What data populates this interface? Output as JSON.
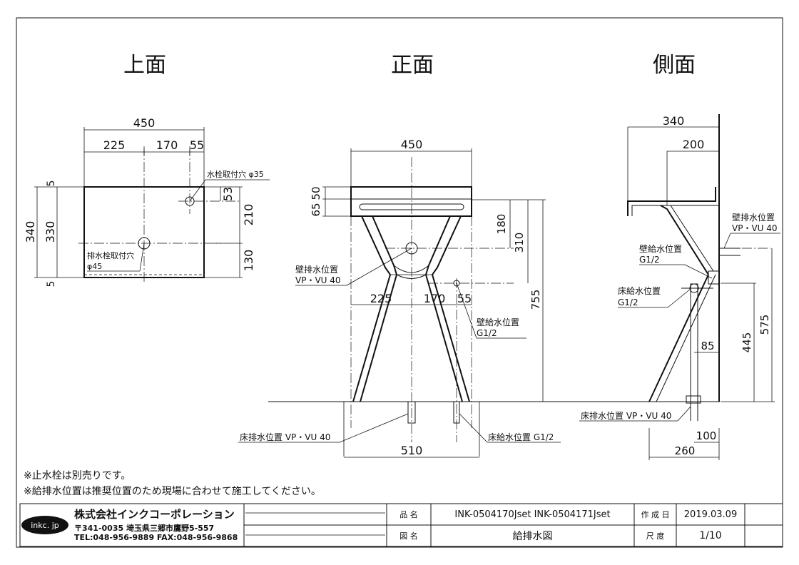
{
  "views": {
    "top": "上面",
    "front": "正面",
    "side": "側面"
  },
  "top_dims": {
    "overall_width": "450",
    "seg1": "225",
    "seg2": "170",
    "seg3": "55",
    "overall_depth": "340",
    "inner_depth": "330",
    "rim_top": "5",
    "rim_bottom": "5",
    "hole_offset": "53",
    "upper": "210",
    "lower": "130",
    "faucet_hole_label": "水栓取付穴 φ35",
    "drain_hole_label": "排水栓取付穴",
    "drain_hole_dia": "φ45"
  },
  "front_dims": {
    "width": "450",
    "top_thk": "50",
    "band": "65",
    "d180": "180",
    "d310": "310",
    "d755": "755",
    "seg1": "225",
    "seg2": "170",
    "seg3": "55",
    "base": "510",
    "wall_drain_label": "壁排水位置",
    "wall_drain_spec": "VP・VU 40",
    "wall_supply_label": "壁給水位置",
    "wall_supply_spec": "G1/2",
    "floor_drain_label": "床排水位置 VP・VU 40",
    "floor_supply_label": "床給水位置 G1/2"
  },
  "side_dims": {
    "depth": "340",
    "d200": "200",
    "d85": "85",
    "d445": "445",
    "d575": "575",
    "d100": "100",
    "d260": "260",
    "wall_drain_label": "壁排水位置",
    "wall_drain_spec": "VP・VU 40",
    "wall_supply_label": "壁給水位置",
    "wall_supply_spec": "G1/2",
    "floor_supply_label": "床給水位置",
    "floor_supply_spec": "G1/2",
    "floor_drain_label": "床排水位置 VP・VU 40"
  },
  "notes": [
    "※止水栓は別売りです。",
    "※給排水位置は推奨位置のため現場に合わせて施工してください。"
  ],
  "title_block": {
    "logo_text": "inkc. jp",
    "company": "株式会社インクコーポレーション",
    "address": "〒341-0035 埼玉県三郷市鷹野5-557",
    "contact": "TEL:048-956-9889  FAX:048-956-9868",
    "product_name_label": "品 名",
    "product_name": "INK-0504170Jset  INK-0504171Jset",
    "drawing_name_label": "図 名",
    "drawing_name": "給排水図",
    "date_label": "作 成 日",
    "date": "2019.03.09",
    "scale_label": "尺 度",
    "scale": "1/10"
  }
}
